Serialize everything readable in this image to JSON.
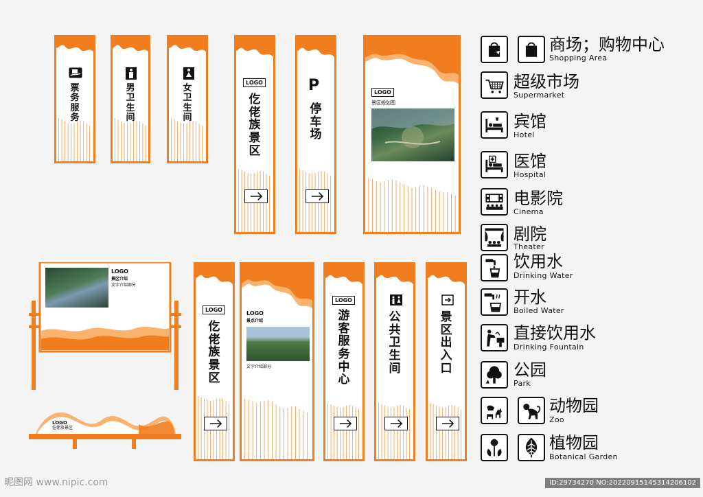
{
  "signs": {
    "ticket": {
      "text": "票务服务",
      "icon": "ticket-hand-icon"
    },
    "male": {
      "text": "男卫生间",
      "icon": "man-icon"
    },
    "female": {
      "text": "女卫生间",
      "icon": "woman-icon"
    },
    "gelao1": {
      "logo": "LOGO",
      "text": "仡佬族景区",
      "icon": "arrow-right-icon"
    },
    "parking": {
      "letter": "P",
      "text": "停车场",
      "icon": "arrow-right-icon"
    },
    "map": {
      "logo": "LOGO",
      "subtitle": "景区规划图"
    },
    "board": {
      "logo": "LOGO",
      "title": "景区介绍",
      "desc": "文字介绍部分"
    },
    "base": {
      "logo": "LOGO",
      "name": "仡佬族景区"
    },
    "gelao2": {
      "logo": "LOGO",
      "text": "仡佬族景区",
      "icon": "arrow-right-icon"
    },
    "spot": {
      "logo": "LOGO",
      "title": "景点介绍",
      "desc": "文字介绍部分"
    },
    "visitor": {
      "logo": "LOGO",
      "text": "游客服务中心",
      "icon": "arrow-right-icon"
    },
    "wc": {
      "text": "公共卫生间",
      "icon": "toilet-icon"
    },
    "exit": {
      "text": "景区出入口",
      "icon": "exit-icon"
    }
  },
  "legend": [
    {
      "zh": "商场；购物中心",
      "en": "Shopping Area",
      "icons": [
        "shopping-bag-icon",
        "shopping-bag-icon"
      ]
    },
    {
      "zh": "超级市场",
      "en": "Supermarket",
      "icons": [
        "cart-icon"
      ]
    },
    {
      "zh": "宾馆",
      "en": "Hotel",
      "icons": [
        "bed-icon"
      ]
    },
    {
      "zh": "医馆",
      "en": "Hospital",
      "icons": [
        "hospital-bed-icon"
      ]
    },
    {
      "zh": "电影院",
      "en": "Cinema",
      "icons": [
        "cinema-icon"
      ]
    },
    {
      "zh": "剧院",
      "en": "Theater",
      "icons": [
        "theater-icon"
      ]
    },
    {
      "zh": "饮用水",
      "en": "Drinking Water",
      "icons": [
        "tap-cup-icon"
      ]
    },
    {
      "zh": "开水",
      "en": "Boiled Water",
      "icons": [
        "tap-steam-icon"
      ]
    },
    {
      "zh": "直接饮用水",
      "en": "Drinking Fountain",
      "icons": [
        "fountain-icon"
      ]
    },
    {
      "zh": "公园",
      "en": "Park",
      "icons": [
        "tree-icon"
      ]
    },
    {
      "zh": "动物园",
      "en": "Zoo",
      "icons": [
        "animals-icon",
        "monkey-icon"
      ]
    },
    {
      "zh": "植物园",
      "en": "Botanical Garden",
      "icons": [
        "plants-icon",
        "leaf-icon"
      ]
    }
  ],
  "watermark": {
    "site": "昵图网 www.nipic.com",
    "id": "ID:29734270 NO:20220915145314206102"
  },
  "colors": {
    "accent": "#f07d1e",
    "accent_light": "#f9b36f",
    "text": "#111111"
  }
}
